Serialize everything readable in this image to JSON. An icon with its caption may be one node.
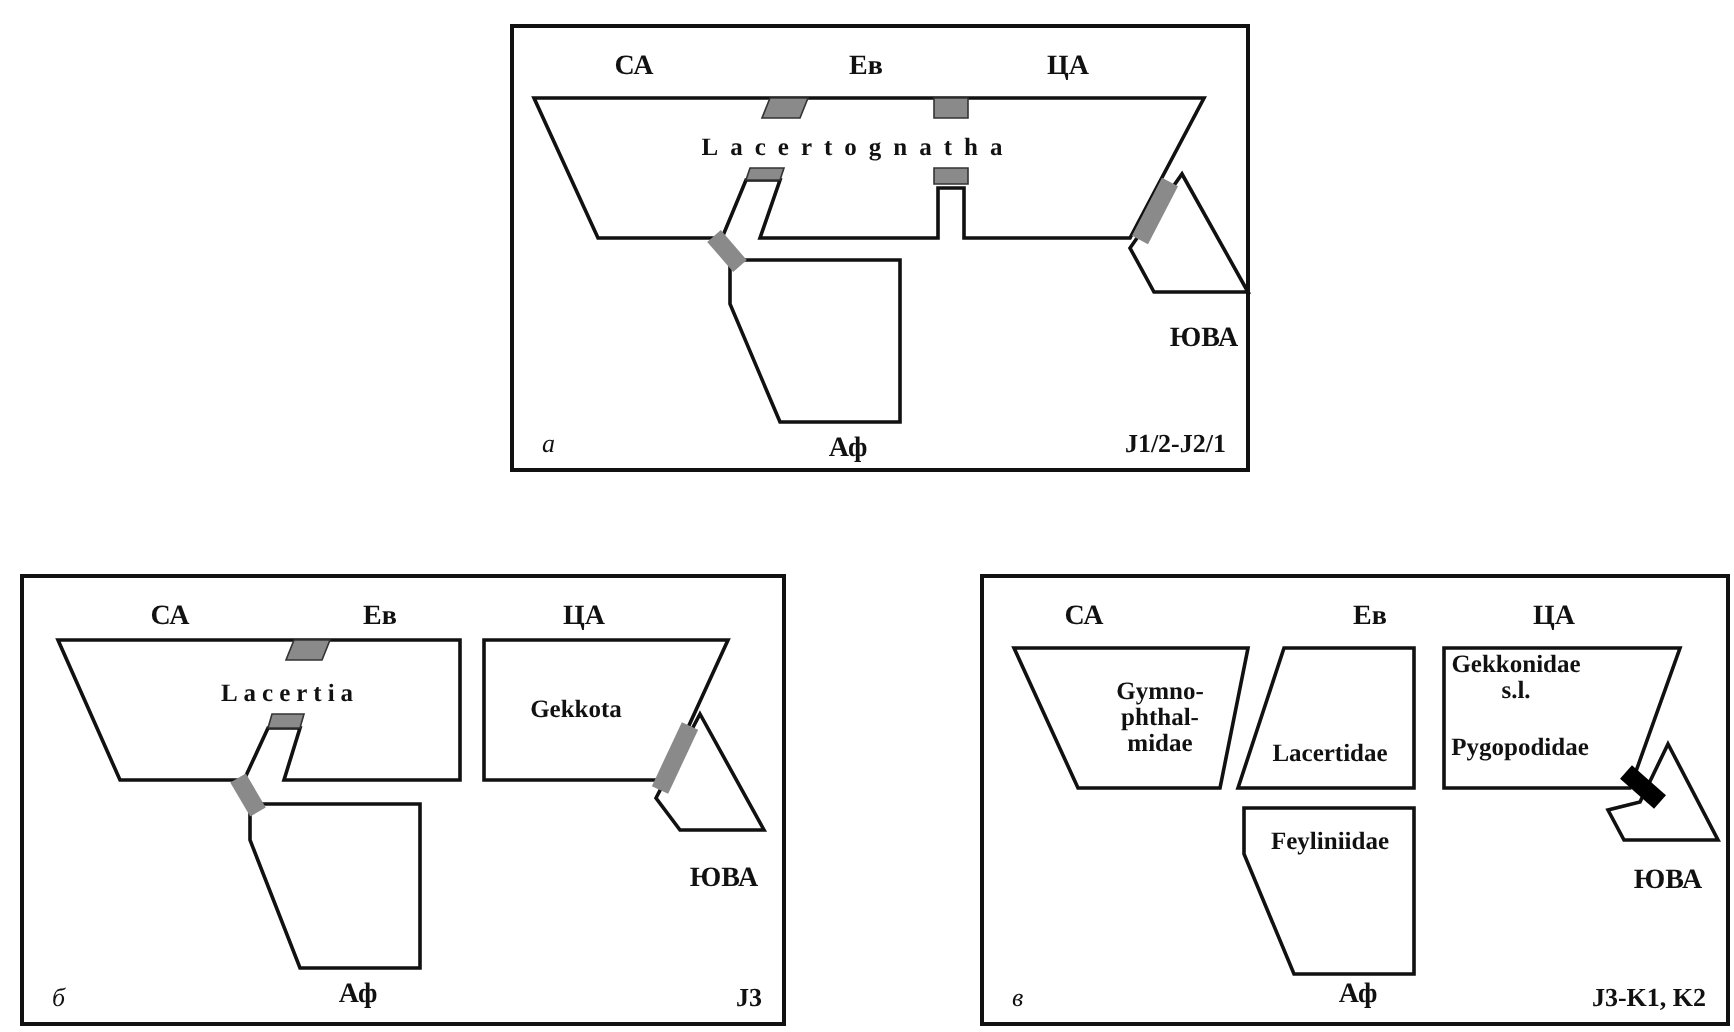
{
  "diagram": {
    "nodes": [
      {
        "text": [
          "а",
          "J1/2-J2/1"
        ]
      },
      {
        "text": [
          "Lacertognatha"
        ],
        "in": 0
      },
      {
        "text": [],
        "shape": "box",
        "in": 0,
        "beside": [
          "Аф"
        ]
      },
      {
        "text": [],
        "shape": "box",
        "in": 0,
        "beside": [
          "ЮВА"
        ]
      },
      {
        "text": [
          "б",
          "J3"
        ]
      },
      {
        "text": [
          "Lacertia"
        ],
        "in": 4
      },
      {
        "text": [],
        "shape": "box",
        "in": 4,
        "beside": [
          "Аф"
        ]
      },
      {
        "text": [
          "Gekkota"
        ],
        "in": 4
      },
      {
        "text": [],
        "shape": "box",
        "in": 4,
        "beside": [
          "ЮВА"
        ]
      },
      {
        "text": [
          "в",
          "J3-K1, K2"
        ]
      },
      {
        "text": [
          "Gymno- phthal- midae"
        ],
        "in": 9
      },
      {
        "text": [
          "Lacertidae"
        ],
        "in": 9
      },
      {
        "text": [
          "Feyliniidae"
        ],
        "in": 9,
        "beside": [
          "Аф"
        ]
      },
      {
        "text": [
          "Gekkonidae s.l.",
          "Pygopodidae"
        ],
        "in": 9
      },
      {
        "text": [],
        "shape": "box",
        "in": 9,
        "beside": [
          "ЮВА"
        ]
      }
    ],
    "edges": [
      {
        "from": 1,
        "to": 2,
        "arrow": "none"
      },
      {
        "from": 1,
        "to": 3,
        "arrow": "none"
      },
      {
        "from": 5,
        "to": 6,
        "arrow": "none"
      },
      {
        "from": 7,
        "to": 8,
        "arrow": "none"
      },
      {
        "from": 13,
        "to": 14,
        "arrow": "none",
        "color": "#000000"
      }
    ],
    "labels": [
      "СА",
      "Ев",
      "ЦА",
      "СА",
      "Ев",
      "ЦА",
      "СА",
      "Ев",
      "ЦА"
    ]
  }
}
